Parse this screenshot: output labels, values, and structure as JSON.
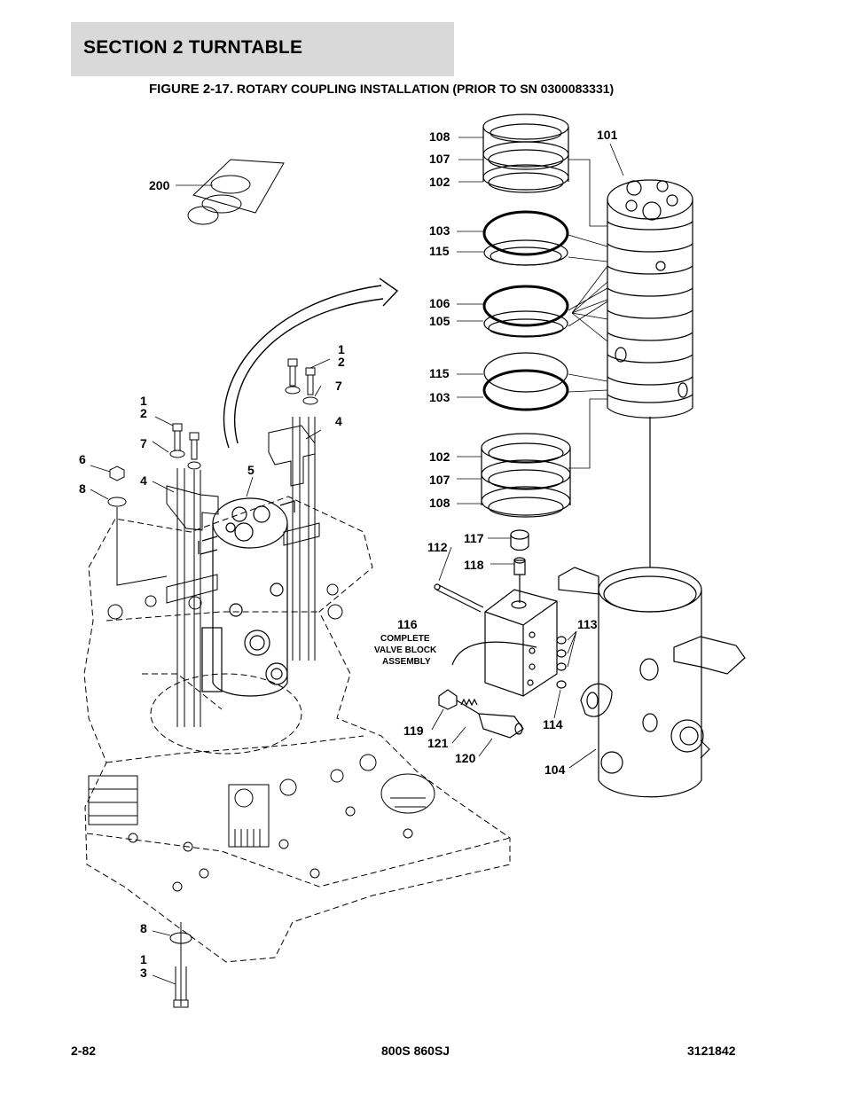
{
  "header": {
    "section": "SECTION 2   TURNTABLE",
    "figure_number": "FIGURE 2-17.",
    "figure_caption": "ROTARY COUPLING INSTALLATION (PRIOR TO SN 0300083331)"
  },
  "footer": {
    "page": "2-82",
    "model": "800S 860SJ",
    "doc_number": "3121842"
  },
  "callouts": {
    "c108a": "108",
    "c107a": "107",
    "c102a": "102",
    "c101": "101",
    "c200": "200",
    "c103a": "103",
    "c115a": "115",
    "c106": "106",
    "c105": "105",
    "c115b": "115",
    "c103b": "103",
    "c102b": "102",
    "c107b": "107",
    "c108b": "108",
    "c112": "112",
    "c117": "117",
    "c118": "118",
    "c116": "116",
    "c113": "113",
    "c119": "119",
    "c121": "121",
    "c120": "120",
    "c114": "114",
    "c104": "104",
    "c1a": "1",
    "c2a": "2",
    "c7a": "7",
    "c4a": "4",
    "c1b": "1",
    "c2b": "2",
    "c7b": "7",
    "c6": "6",
    "c8a": "8",
    "c4b": "4",
    "c5": "5",
    "c8b": "8",
    "c1c": "1",
    "c3": "3"
  },
  "notes": {
    "valve_block_line1": "COMPLETE",
    "valve_block_line2": "VALVE BLOCK",
    "valve_block_line3": "ASSEMBLY"
  }
}
